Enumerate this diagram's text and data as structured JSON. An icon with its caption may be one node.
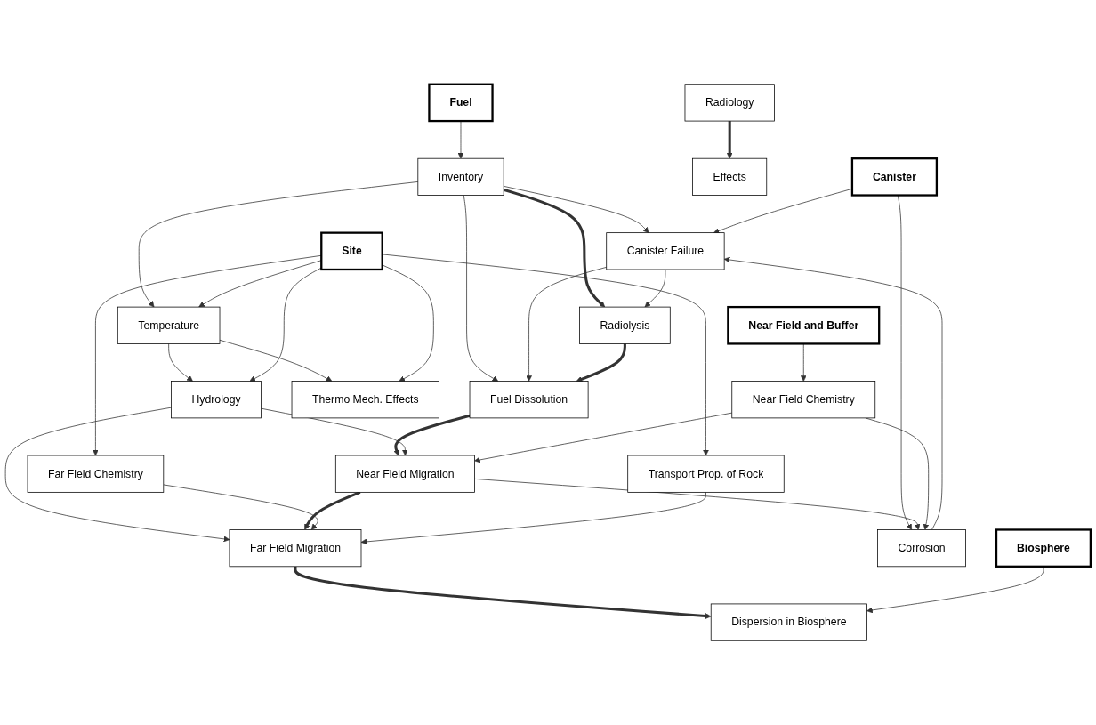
{
  "diagram": {
    "nodes": [
      {
        "text": [
          "Inventory"
        ]
      },
      {
        "text": [
          "Temperature"
        ]
      },
      {
        "text": [
          "Radiolysis"
        ]
      },
      {
        "text": [
          "Fuel"
        ]
      },
      {
        "text": [
          "Canister Failure"
        ]
      },
      {
        "text": [
          "Fuel Dissolution"
        ]
      },
      {
        "text": [
          "Thermo Mech. Effects"
        ]
      },
      {
        "text": [
          "Site"
        ]
      },
      {
        "text": [
          "Canister"
        ]
      },
      {
        "text": [
          "Corrosion"
        ]
      },
      {
        "text": [
          "Near Field Migration"
        ]
      },
      {
        "text": [
          "Hydrology"
        ]
      },
      {
        "text": [
          "Near Field Chemistry"
        ]
      },
      {
        "text": [
          "Far Field Chemistry"
        ]
      },
      {
        "text": [
          "Far Field Migration"
        ]
      },
      {
        "text": [
          "Transport Prop. of Rock"
        ]
      },
      {
        "text": [
          "Near Field and Buffer"
        ]
      },
      {
        "text": [
          "Biosphere"
        ]
      },
      {
        "text": [
          "Dispersion in Biosphere"
        ]
      },
      {
        "text": [
          "Radiology"
        ]
      },
      {
        "text": [
          "Effects"
        ]
      }
    ],
    "edges": [
      {
        "from": 3,
        "to": 0,
        "arrow": "to"
      },
      {
        "from": 0,
        "to": 4,
        "arrow": "to"
      },
      {
        "from": 0,
        "to": 2,
        "arrow": "to",
        "style": "thick"
      },
      {
        "from": 0,
        "to": 5,
        "arrow": "to"
      },
      {
        "from": 0,
        "to": 1,
        "arrow": "to"
      },
      {
        "from": 1,
        "to": 6,
        "arrow": "to"
      },
      {
        "from": 1,
        "to": 11,
        "arrow": "to"
      },
      {
        "from": 7,
        "to": 1,
        "arrow": "to"
      },
      {
        "from": 7,
        "to": 6,
        "arrow": "to"
      },
      {
        "from": 7,
        "to": 11,
        "arrow": "to"
      },
      {
        "from": 7,
        "to": 13,
        "arrow": "to"
      },
      {
        "from": 7,
        "to": 15,
        "arrow": "to"
      },
      {
        "from": 4,
        "to": 2,
        "arrow": "to"
      },
      {
        "from": 4,
        "to": 5,
        "arrow": "to"
      },
      {
        "from": 2,
        "to": 5,
        "arrow": "to",
        "style": "thick"
      },
      {
        "from": 8,
        "to": 4,
        "arrow": "to"
      },
      {
        "from": 8,
        "to": 9,
        "arrow": "to"
      },
      {
        "from": 9,
        "to": 4,
        "arrow": "to"
      },
      {
        "from": 5,
        "to": 10,
        "arrow": "to",
        "style": "thick"
      },
      {
        "from": 10,
        "to": 9,
        "arrow": "to"
      },
      {
        "from": 11,
        "to": 10,
        "arrow": "to"
      },
      {
        "from": 11,
        "to": 14,
        "arrow": "to"
      },
      {
        "from": 12,
        "to": 9,
        "arrow": "to"
      },
      {
        "from": 12,
        "to": 10,
        "arrow": "to"
      },
      {
        "from": 16,
        "to": 12,
        "arrow": "to"
      },
      {
        "from": 10,
        "to": 14,
        "arrow": "to",
        "style": "thick"
      },
      {
        "from": 13,
        "to": 14,
        "arrow": "to"
      },
      {
        "from": 15,
        "to": 14,
        "arrow": "to"
      },
      {
        "from": 14,
        "to": 18,
        "arrow": "to",
        "style": "thick"
      },
      {
        "from": 17,
        "to": 18,
        "arrow": "to"
      },
      {
        "from": 19,
        "to": 20,
        "arrow": "to",
        "style": "thick"
      }
    ]
  }
}
